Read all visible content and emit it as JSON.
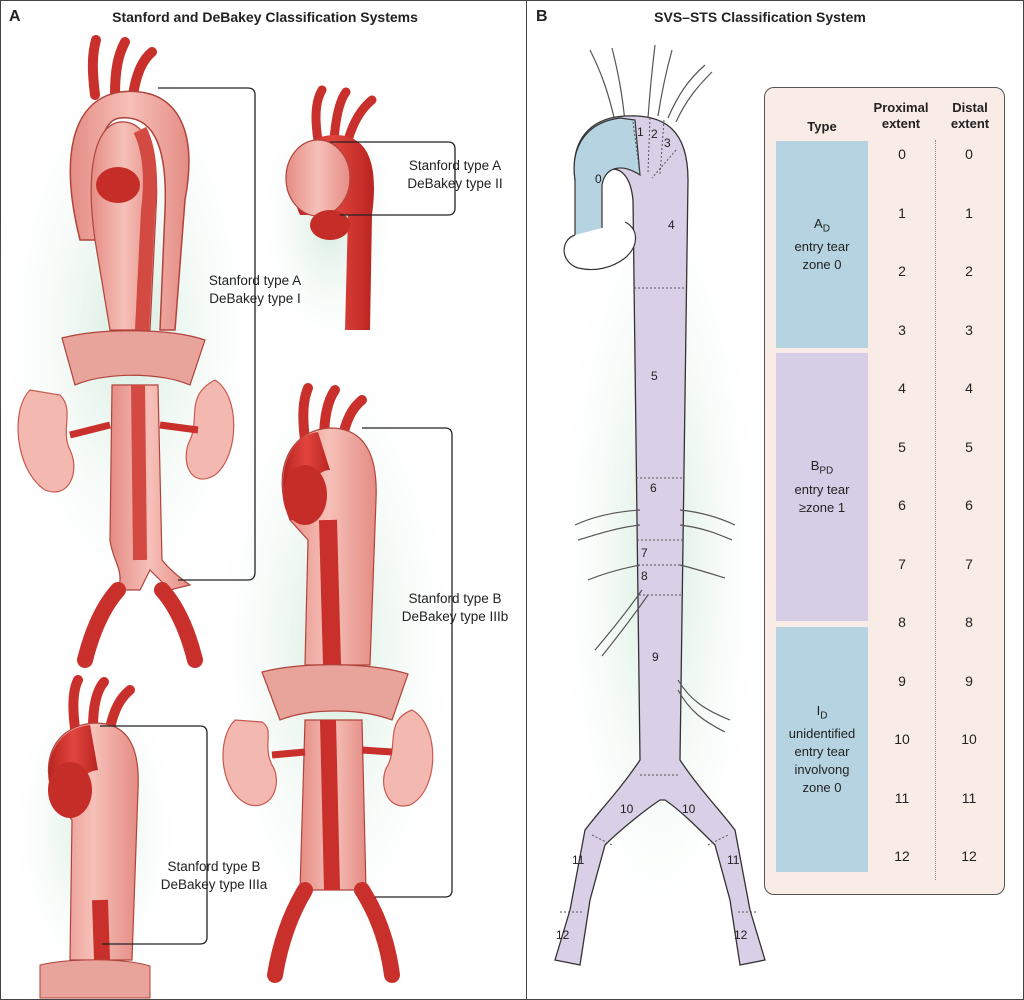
{
  "panel_a": {
    "letter": "A",
    "title": "Stanford and DeBakey Classification Systems",
    "labels": [
      {
        "l1": "Stanford type A",
        "l2": "DeBakey type II"
      },
      {
        "l1": "Stanford type A",
        "l2": "DeBakey type I"
      },
      {
        "l1": "Stanford type B",
        "l2": "DeBakey type IIIb"
      },
      {
        "l1": "Stanford type B",
        "l2": "DeBakey type IIIa"
      }
    ]
  },
  "panel_b": {
    "letter": "B",
    "title": "SVS–STS Classification System",
    "zones": [
      "0",
      "1",
      "2",
      "3",
      "4",
      "5",
      "6",
      "7",
      "8",
      "9",
      "10",
      "10",
      "11",
      "11",
      "12",
      "12"
    ],
    "table": {
      "col_type": "Type",
      "col_proximal": [
        "Proximal",
        "extent"
      ],
      "col_distal": [
        "Distal",
        "extent"
      ],
      "types": [
        {
          "main": "A",
          "sub": "D",
          "desc": [
            "entry tear",
            "zone 0"
          ],
          "color": "#b5d3e1"
        },
        {
          "main": "B",
          "sub": "PD",
          "desc": [
            "entry tear",
            "≥zone 1"
          ],
          "color": "#d6cde6"
        },
        {
          "main": "I",
          "sub": "D",
          "desc": [
            "unidentified",
            "entry tear",
            "involvong",
            "zone 0"
          ],
          "color": "#b5d3e1"
        }
      ],
      "proximal": [
        "0",
        "1",
        "2",
        "3",
        "4",
        "5",
        "6",
        "7",
        "8",
        "9",
        "10",
        "11",
        "12"
      ],
      "distal": [
        "0",
        "1",
        "2",
        "3",
        "4",
        "5",
        "6",
        "7",
        "8",
        "9",
        "10",
        "11",
        "12"
      ]
    }
  },
  "colors": {
    "aorta_red": "#d63a35",
    "aorta_pink": "#ee9b92",
    "glow_green": "#d9efe2",
    "zone0_blue": "#b5d3e1",
    "aorta_lavender": "#d9cfe7",
    "table_bg": "#f9ece7"
  }
}
